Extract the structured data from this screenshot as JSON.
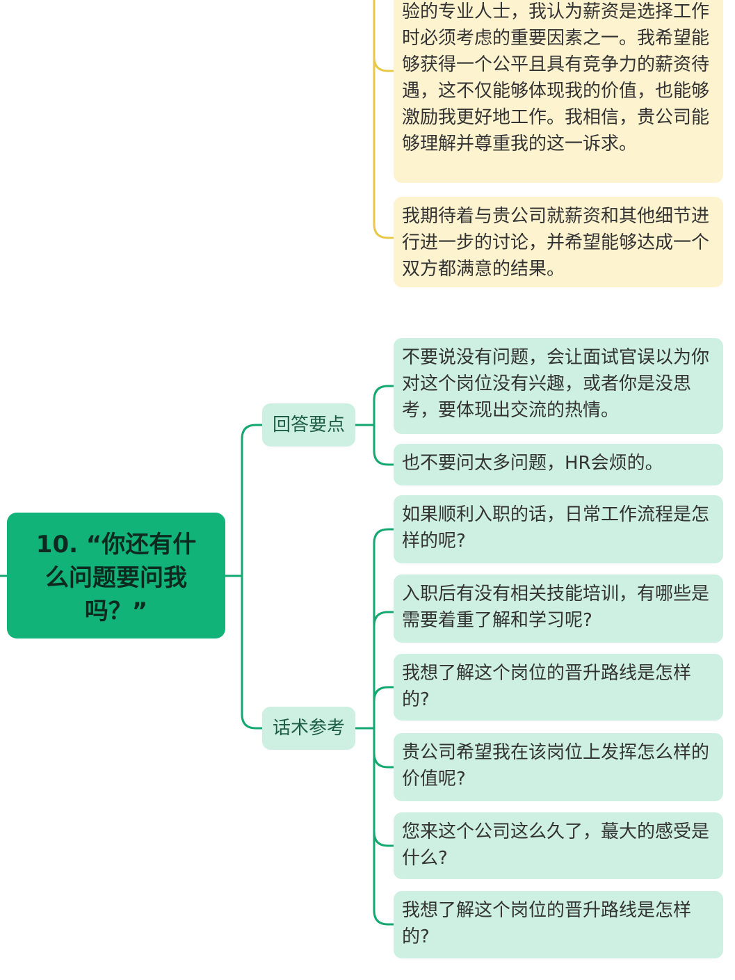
{
  "colors": {
    "root_fill": "#12b378",
    "green_line": "#13a870",
    "green_node": "#cdf0e3",
    "yellow_line": "#e8c84a",
    "yellow_node": "#fdf3cf"
  },
  "top_section": {
    "items": [
      {
        "text": "验的专业人士，我认为薪资是选择工作时必须考虑的重要因素之一。我希望能够获得一个公平且具有竞争力的薪资待遇，这不仅能够体现我的价值，也能够激励我更好地工作。我相信，贵公司能够理解并尊重我的这一诉求。"
      },
      {
        "text": "我期待着与贵公司就薪资和其他细节进行进一步的讨论，并希望能够达成一个双方都满意的结果。"
      }
    ]
  },
  "topic": {
    "title": "10. “你还有什么问题要问我吗？”",
    "branches": [
      {
        "label": "回答要点",
        "items": [
          {
            "text": "不要说没有问题，会让面试官误以为你对这个岗位没有兴趣，或者你是没思考，要体现出交流的热情。"
          },
          {
            "text": "也不要问太多问题，HR会烦的。"
          }
        ]
      },
      {
        "label": "话术参考",
        "items": [
          {
            "text": "如果顺利入职的话，日常工作流程是怎样的呢?"
          },
          {
            "text": "入职后有没有相关技能培训，有哪些是需要着重了解和学习呢?"
          },
          {
            "text": "我想了解这个岗位的晋升路线是怎样的?"
          },
          {
            "text": "贵公司希望我在该岗位上发挥怎么样的价值呢?"
          },
          {
            "text": "您来这个公司这么久了，蕞大的感受是什么?"
          },
          {
            "text": "我想了解这个岗位的晋升路线是怎样的?"
          }
        ]
      }
    ]
  }
}
